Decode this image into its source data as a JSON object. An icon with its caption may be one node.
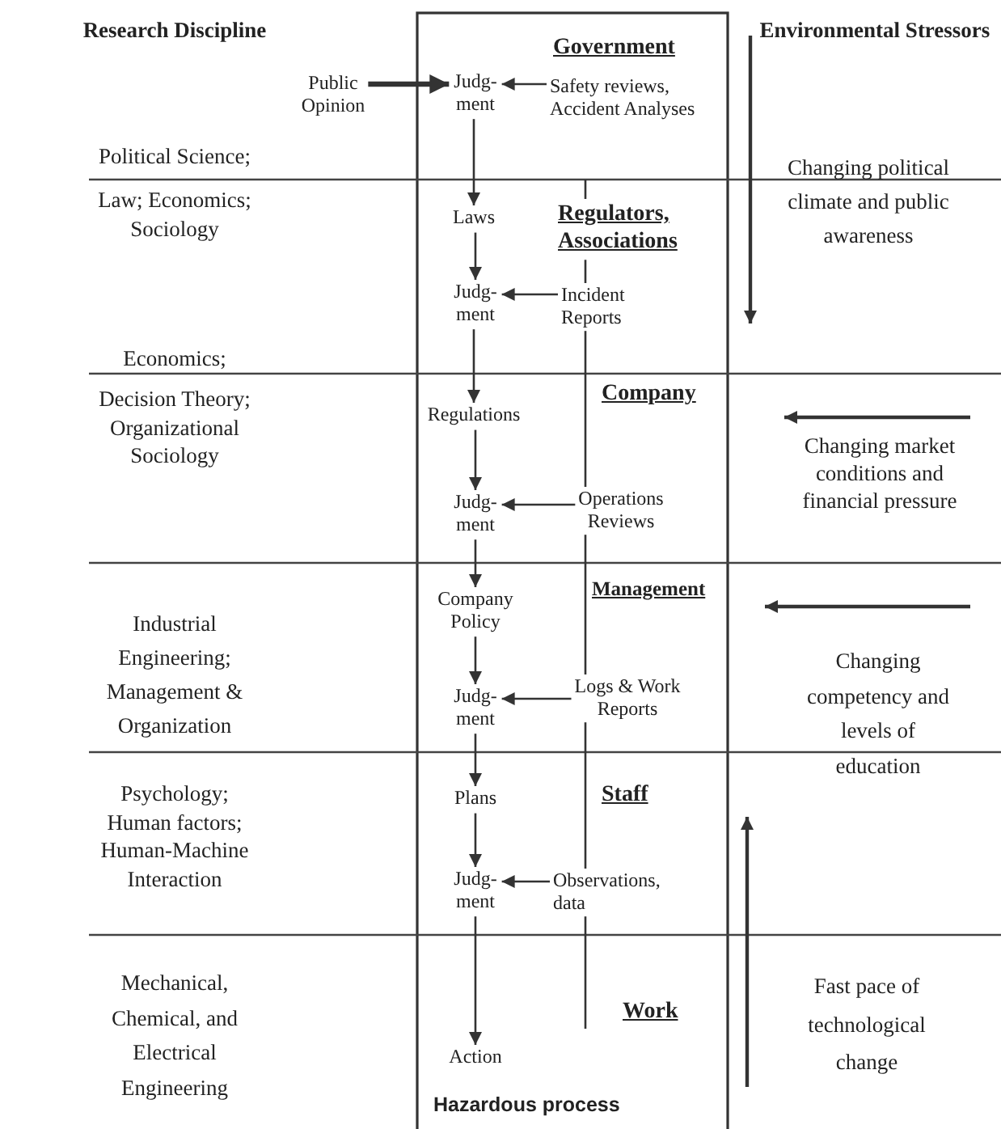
{
  "diagram": {
    "nodes": [
      {
        "text": [
          "Public Opinion"
        ]
      },
      {
        "text": [
          "Judg- ment"
        ]
      },
      {
        "text": [
          "Safety reviews, Accident Analyses"
        ]
      },
      {
        "text": [
          "Laws"
        ]
      },
      {
        "text": [
          "Judg- ment"
        ]
      },
      {
        "text": [
          "Incident Reports"
        ]
      },
      {
        "text": [
          "Regulations"
        ]
      },
      {
        "text": [
          "Judg- ment"
        ]
      },
      {
        "text": [
          "Operations Reviews"
        ]
      },
      {
        "text": [
          "Company Policy"
        ]
      },
      {
        "text": [
          "Judg- ment"
        ]
      },
      {
        "text": [
          "Logs & Work Reports"
        ]
      },
      {
        "text": [
          "Plans"
        ]
      },
      {
        "text": [
          "Judg- ment"
        ]
      },
      {
        "text": [
          "Observations, data"
        ]
      },
      {
        "text": [
          "Action"
        ]
      }
    ],
    "edges": [
      {
        "from": 0,
        "to": 1,
        "arrow": "to",
        "style": "thick"
      },
      {
        "from": 2,
        "to": 1,
        "arrow": "to"
      },
      {
        "from": 1,
        "to": 3,
        "arrow": "to"
      },
      {
        "from": 3,
        "to": 4,
        "arrow": "to"
      },
      {
        "from": 5,
        "to": 4,
        "arrow": "to"
      },
      {
        "from": 4,
        "to": 6,
        "arrow": "to"
      },
      {
        "from": 6,
        "to": 7,
        "arrow": "to"
      },
      {
        "from": 8,
        "to": 7,
        "arrow": "to"
      },
      {
        "from": 7,
        "to": 9,
        "arrow": "to"
      },
      {
        "from": 9,
        "to": 10,
        "arrow": "to"
      },
      {
        "from": 11,
        "to": 10,
        "arrow": "to"
      },
      {
        "from": 10,
        "to": 12,
        "arrow": "to"
      },
      {
        "from": 12,
        "to": 13,
        "arrow": "to"
      },
      {
        "from": 14,
        "to": 13,
        "arrow": "to"
      },
      {
        "from": 13,
        "to": 15,
        "arrow": "to"
      },
      {
        "from": 5,
        "to": null,
        "arrow": "none"
      },
      {
        "from": 8,
        "to": 5,
        "arrow": "none"
      },
      {
        "from": 11,
        "to": 8,
        "arrow": "none"
      },
      {
        "from": 14,
        "to": 11,
        "arrow": "none"
      },
      {
        "from": null,
        "to": 14,
        "arrow": "none"
      }
    ],
    "labels": [
      "Research Discipline",
      "Political Science;",
      "Law; Economics; Sociology",
      "Economics;",
      "Decision Theory; Organizational Sociology",
      "Industrial Engineering; Management & Organization",
      "Psychology; Human factors; Human-Machine Interaction",
      "Mechanical, Chemical, and Electrical Engineering",
      "Government",
      "Regulators, Associations",
      "Company",
      "Management",
      "Staff",
      "Work",
      "Hazardous process",
      "Environmental Stressors",
      "Changing political climate and public awareness",
      "Changing market conditions and financial pressure",
      "Changing competency and levels of education",
      "Fast pace of technological change"
    ]
  }
}
